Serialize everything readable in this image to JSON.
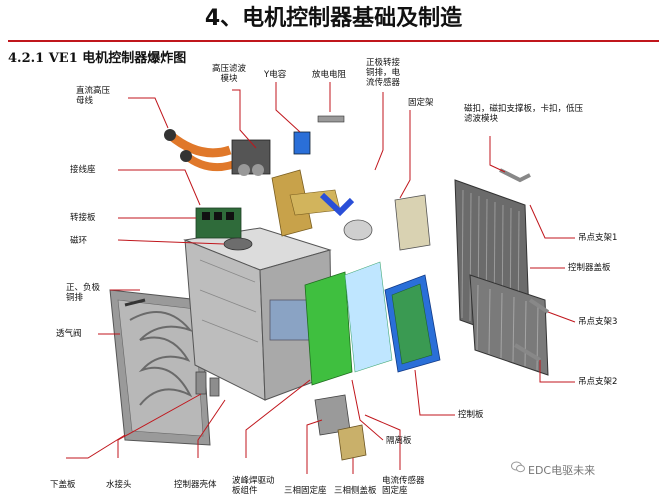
{
  "title": "4、电机控制器基础及制造",
  "subtitle": "4.2.1 VE1 电机控制器爆炸图",
  "labels": {
    "hv_filter": "高压滤波\n模块",
    "y_cap": "Y电容",
    "discharge_res": "放电电阻",
    "pos_busbar": "正极转接\n铜排，电\n流传感器",
    "fixing_frame": "固定架",
    "magnet_clip": "磁扣，磁扣支撑板，卡扣，低压\n滤波模块",
    "dc_hv_bus": "直流高压\n母线",
    "terminal_block": "接线座",
    "adapter_plate": "转接板",
    "magnetic_ring": "磁环",
    "pos_neg_busbar": "正、负极\n铜排",
    "vent_valve": "透气阀",
    "lift_bracket_1": "吊点支架1",
    "controller_cover": "控制器盖板",
    "lift_bracket_3": "吊点支架3",
    "lift_bracket_2": "吊点支架2",
    "control_board": "控制板",
    "isolation_board": "隔离板",
    "bottom_cover": "下盖板",
    "water_connector": "水接头",
    "controller_housing": "控制器壳体",
    "wave_solder_driver": "波峰焊驱动\n板组件",
    "three_phase_mount": "三相固定座",
    "three_phase_cover": "三相侧盖板",
    "current_sensor_mount": "电流传感器\n固定座"
  },
  "watermark": "EDC电驱未来",
  "colors": {
    "accent_red": "#c0161c",
    "housing": "#c9c9c9",
    "pcb_green": "#3fbf3f",
    "pcb_blue": "#2a6fd8",
    "cooler": "#6b6b6b",
    "copper": "#c8a24a",
    "busbar_orange": "#e0782a"
  }
}
